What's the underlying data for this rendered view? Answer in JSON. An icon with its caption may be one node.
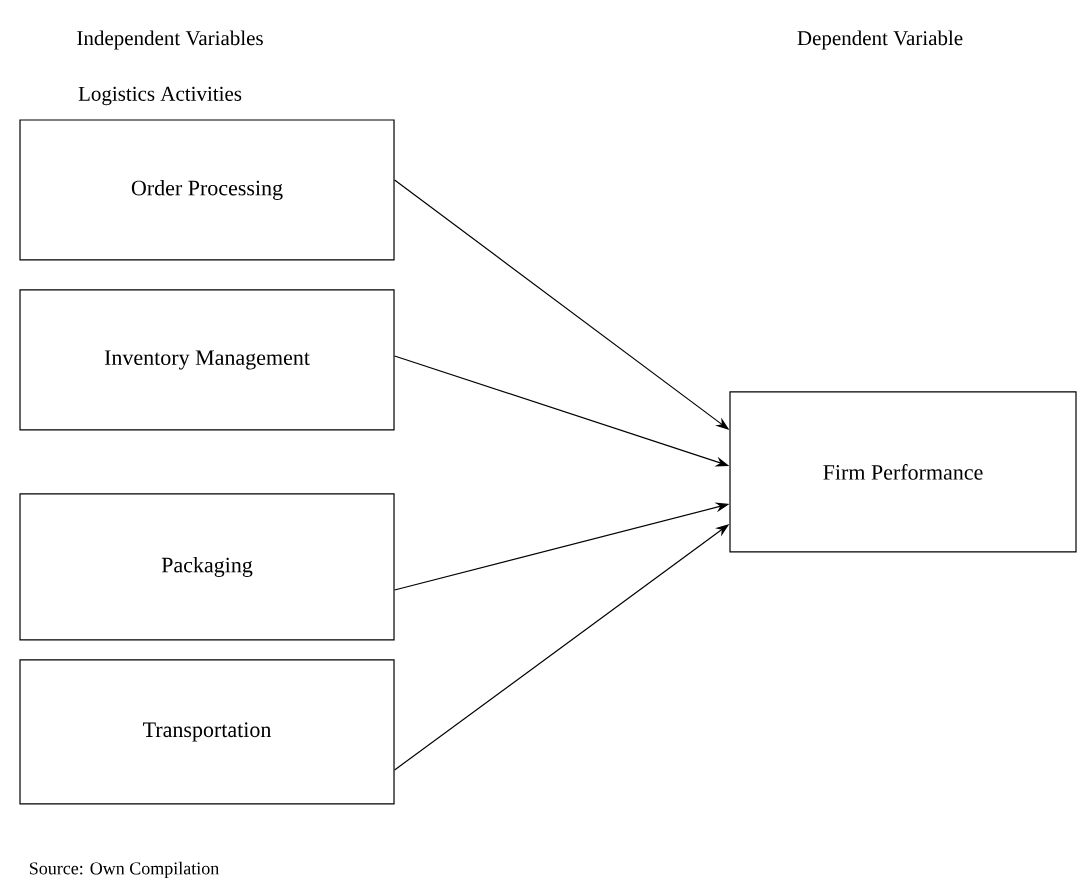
{
  "diagram": {
    "caption": "Source: Own Compilation",
    "nodes": [
      {
        "text": [
          "Order Processing"
        ]
      },
      {
        "text": [
          "Inventory Management"
        ]
      },
      {
        "text": [
          "Packaging"
        ]
      },
      {
        "text": [
          "Transportation"
        ]
      },
      {
        "text": [
          "Firm Performance"
        ]
      }
    ],
    "edges": [
      {
        "from": 0,
        "to": 4,
        "arrow": "to"
      },
      {
        "from": 1,
        "to": 4,
        "arrow": "to"
      },
      {
        "from": 2,
        "to": 4,
        "arrow": "to"
      },
      {
        "from": 3,
        "to": 4,
        "arrow": "to"
      }
    ],
    "labels": [
      "Independent Variables",
      "Dependent Variable",
      "Logistics Activities"
    ]
  }
}
